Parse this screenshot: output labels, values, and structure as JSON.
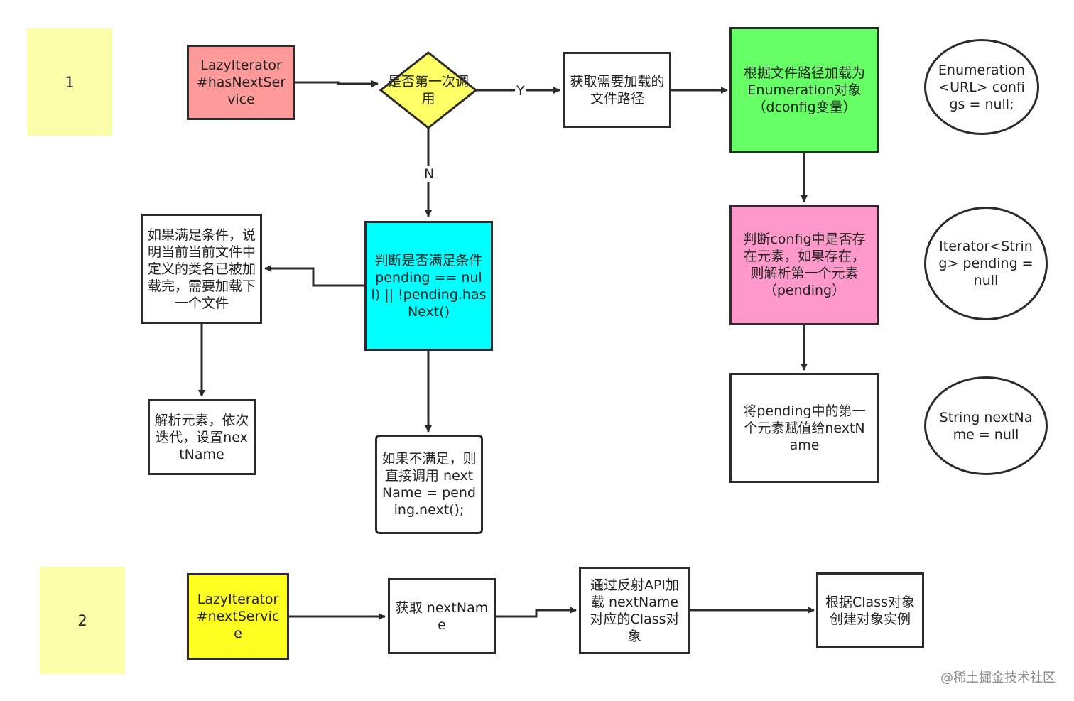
{
  "colors": {
    "note_yellow": "#fdfeaa",
    "lazy_has_next": "#ff9a9a",
    "decision": "#ffff66",
    "green": "#66ff66",
    "pink": "#ff99cc",
    "cyan": "#00ffff",
    "next_service": "#ffff22",
    "stroke": "#2b2b2b"
  },
  "notes": {
    "n1": "1",
    "n2": "2"
  },
  "nodes": {
    "lazy_has_next": "LazyIterator #hasNextService",
    "first_call": "是否第一次调用",
    "get_path": "获取需要加载的文件路径",
    "load_enum": "根据文件路径加载为Enumeration对象（dconfig变量）",
    "enum_var": "Enumeration<URL> configs = null;",
    "judge_cond": "判断是否满足条件 pending == null) || !pending.hasNext()",
    "satisfied": "如果满足条件，说明当前当前文件中定义的类名已被加载完，需要加载下一个文件",
    "parse_elem": "解析元素，依次迭代，设置nextName",
    "not_satisfied": "如果不满足，则直接调用 nextName = pending.next();",
    "judge_config": "判断config中是否存在元素，如果存在，则解析第一个元素（pending）",
    "iter_var": "Iterator<String> pending = null",
    "assign_name": "将pending中的第一个元素赋值给nextName",
    "string_var": "String nextName = null",
    "lazy_next": "LazyIterator #nextService",
    "get_name": "获取 nextName",
    "reflect": "通过反射API加载 nextName对应的Class对象",
    "create_obj": "根据Class对象创建对象实例"
  },
  "edge_labels": {
    "yes": "Y",
    "no": "N"
  },
  "watermark": "@稀土掘金技术社区"
}
